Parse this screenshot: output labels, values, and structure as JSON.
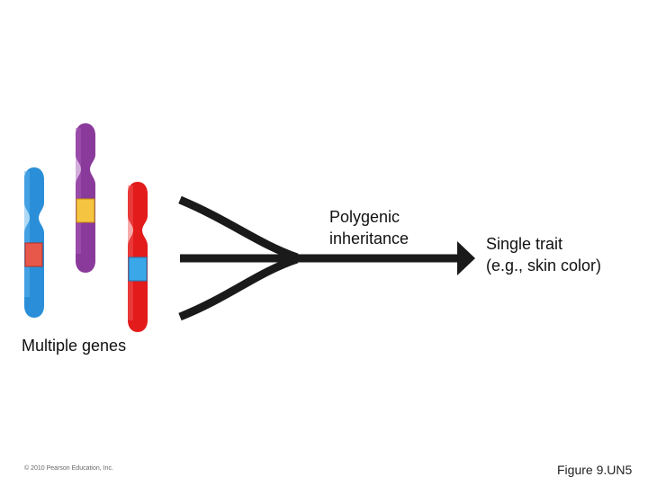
{
  "diagram": {
    "process_label_line1": "Polygenic",
    "process_label_line2": "inheritance",
    "result_label_line1": "Single trait",
    "result_label_line2": "(e.g., skin color)",
    "genes_label": "Multiple genes",
    "copyright": "© 2010 Pearson Education, Inc.",
    "figure_label": "Figure 9.UN5"
  },
  "colors": {
    "chromosome_blue": "#2a8fd8",
    "chromosome_purple": "#8a3a9a",
    "chromosome_red": "#e31b1b",
    "gene_band_red": "#e8584a",
    "gene_band_yellow": "#f5c542",
    "gene_band_blue": "#3aa7e8",
    "arrow": "#1a1a1a"
  }
}
